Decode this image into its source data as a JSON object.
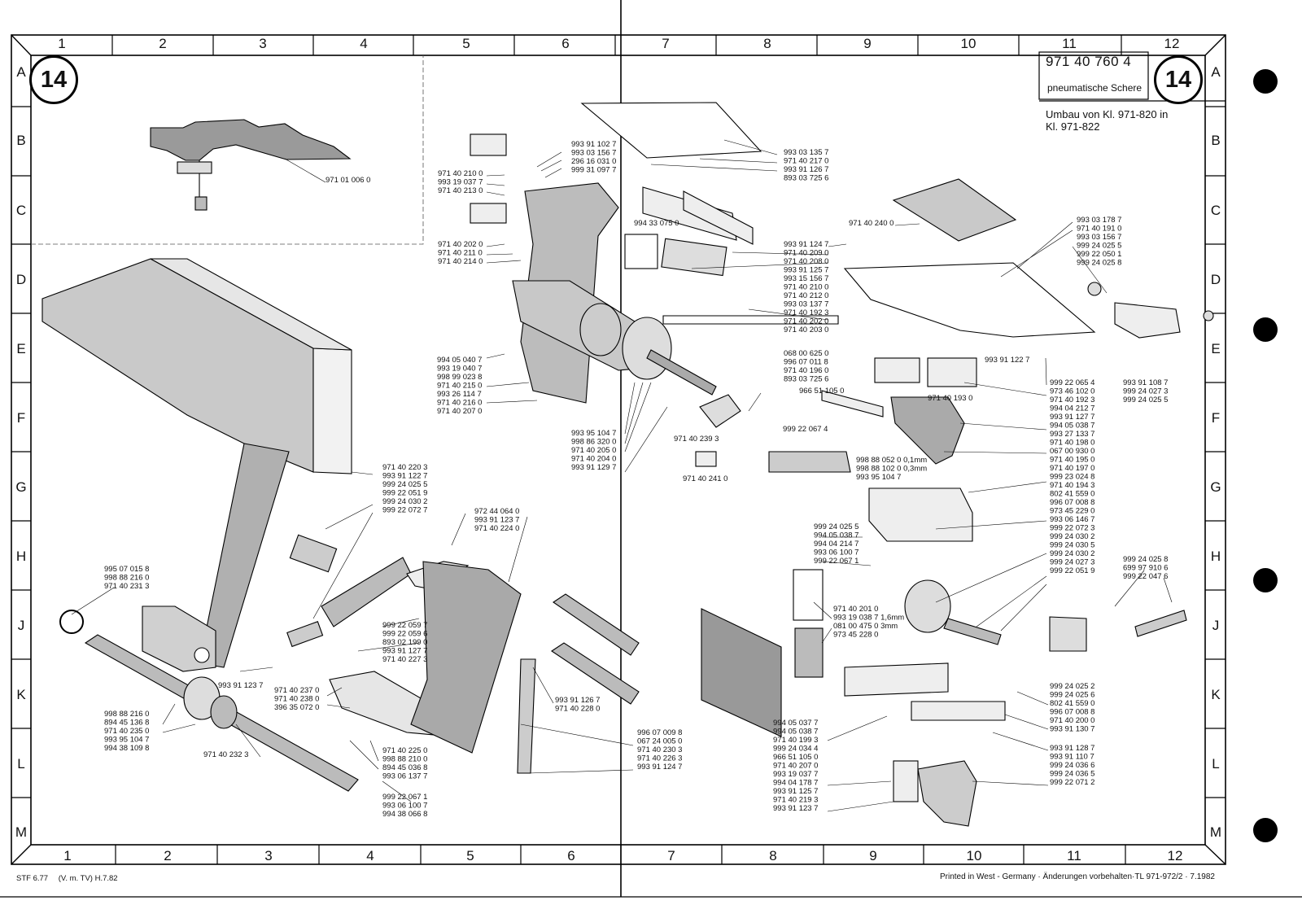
{
  "drawing": {
    "number": "971 40 760 4",
    "part_name": "pneumatische Schere",
    "conversion_note": "Umbau von Kl. 971-820 in\nKl. 971-822",
    "sheet_badge": "14"
  },
  "grid": {
    "columns": [
      "1",
      "2",
      "3",
      "4",
      "5",
      "6",
      "7",
      "8",
      "9",
      "10",
      "11",
      "12"
    ],
    "rows": [
      "A",
      "B",
      "C",
      "D",
      "E",
      "F",
      "G",
      "H",
      "J",
      "K",
      "L",
      "M"
    ]
  },
  "footer": {
    "left_code": "STF 6.77",
    "left_revision": "(V. m. TV) H.7.82",
    "right_note": "Printed in West - Germany · Änderungen vorbehalten·TL 971-972/2 · 7.1982"
  },
  "part_groups": {
    "g1": [
      "971 01 006 0"
    ],
    "g2": [
      "971 40 210 0",
      "993 19 037 7",
      "971 40 213 0"
    ],
    "g3": [
      "993 91 102 7",
      "993 03 156 7",
      "296 16 031 0",
      "999 31 097 7"
    ],
    "g4": [
      "971 40 202 0",
      "971 40 211 0",
      "971 40 214 0"
    ],
    "g5": [
      "994 33 075 0"
    ],
    "g6": [
      "993 03 135 7",
      "971 40 217 0",
      "993 91 126 7",
      "893 03 725 6"
    ],
    "g7": [
      "971 40 240 0"
    ],
    "g8": [
      "993 03 178 7",
      "971 40 191 0",
      "993 03 156 7",
      "999 24 025 5",
      "999 22 050 1",
      "999 24 025 8"
    ],
    "g9": [
      "993 91 124 7",
      "971 40 209 0",
      "971 40 208 0",
      "993 91 125 7",
      "993 15 156 7",
      "971 40 210 0",
      "971 40 212 0",
      "993 03 137 7",
      "971 40 192 3",
      "971 40 202 0",
      "971 40 203 0"
    ],
    "g10": [
      "994 05 040 7",
      "993 19 040 7",
      "998 99 023 8",
      "971 40 215 0",
      "993 26 114 7",
      "971 40 216 0",
      "971 40 207 0"
    ],
    "g11": [
      "068 00 625 0",
      "996 07 011 8",
      "971 40 196 0",
      "893 03 725 6"
    ],
    "g12": [
      "966 51 105 0"
    ],
    "g13": [
      "971 40 193 0"
    ],
    "g14": [
      "993 91 122 7"
    ],
    "g15": [
      "999 22 065 4",
      "973 46 102 0",
      "971 40 192 3",
      "994 04 212 7",
      "993 91 127 7",
      "994 05 038 7",
      "993 27 133 7",
      "971 40 198 0",
      "067 00 930 0",
      "971 40 195 0",
      "971 40 197 0",
      "999 23 024 8",
      "971 40 194 3",
      "802 41 559 0",
      "996 07 008 8",
      "973 45 229 0",
      "993 06 146 7",
      "999 22 072 3",
      "999 24 030 2",
      "999 24 030 5",
      "999 24 030 2",
      "999 24 027 3",
      "999 22 051 9"
    ],
    "g16": [
      "993 91 108 7",
      "999 24 027 3",
      "999 24 025 5"
    ],
    "g17": [
      "993 95 104 7",
      "998 86 320 0",
      "971 40 205 0",
      "971 40 204 0",
      "993 91 129 7"
    ],
    "g18": [
      "971 40 239 3"
    ],
    "g19": [
      "999 22 067 4"
    ],
    "g20": [
      "971 40 241 0"
    ],
    "g21": [
      "998 88 052 0 0,1mm",
      "998 88 102 0 0,3mm",
      "993 95 104 7"
    ],
    "g22": [
      "971 40 220 3",
      "993 91 122 7",
      "999 24 025 5",
      "999 22 051 9",
      "999 24 030 2",
      "999 22 072 7"
    ],
    "g23": [
      "972 44 064 0",
      "993 91 123 7",
      "971 40 224 0"
    ],
    "g24": [
      "999 24 025 5",
      "994 05 038 7",
      "994 04 214 7",
      "993 06 100 7",
      "999 22 067 1"
    ],
    "g25": [
      "999 24 025 8",
      "699 97 910 6",
      "999 22 047 6"
    ],
    "g26": [
      "995 07 015 8",
      "998 88 216 0",
      "971 40 231 3"
    ],
    "g27": [
      "999 22 059 7",
      "999 22 059 6",
      "893 02 199 0",
      "993 91 127 7",
      "971 40 227 3"
    ],
    "g28": [
      "971 40 201 0",
      "993 19 038 7 1,6mm",
      "081 00 475 0 3mm",
      "973 45 228 0"
    ],
    "g29": [
      "993 91 123 7"
    ],
    "g30": [
      "971 40 237 0",
      "971 40 238 0",
      "396 35 072 0"
    ],
    "g31": [
      "993 91 126 7",
      "971 40 228 0"
    ],
    "g32": [
      "999 24 025 2",
      "999 24 025 6",
      "802 41 559 0",
      "996 07 008 8",
      "971 40 200 0",
      "993 91 130 7"
    ],
    "g33": [
      "998 88 216 0",
      "894 45 136 8",
      "971 40 235 0",
      "993 95 104 7",
      "994 38 109 8"
    ],
    "g34": [
      "971 40 232 3"
    ],
    "g35": [
      "971 40 225 0",
      "998 88 210 0",
      "894 45 036 8",
      "993 06 137 7"
    ],
    "g36": [
      "996 07 009 8",
      "067 24 005 0",
      "971 40 230 3",
      "971 40 226 3",
      "993 91 124 7"
    ],
    "g37": [
      "994 05 037 7",
      "994 05 038 7",
      "971 40 199 3",
      "999 24 034 4",
      "966 51 105 0",
      "971 40 207 0",
      "993 19 037 7",
      "994 04 178 7",
      "993 91 125 7",
      "971 40 219 3",
      "993 91 123 7"
    ],
    "g38": [
      "993 91 128 7",
      "993 91 110 7",
      "999 24 036 6",
      "999 24 036 5",
      "999 22 071 2"
    ],
    "g39": [
      "999 22 067 1",
      "993 06 100 7",
      "994 38 066 8"
    ]
  }
}
